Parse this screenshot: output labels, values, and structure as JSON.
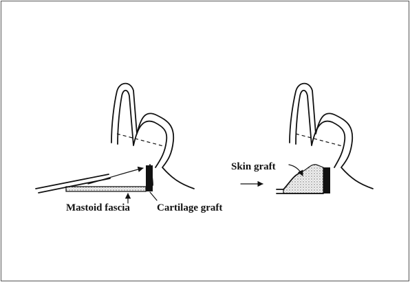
{
  "labels": {
    "mastoid_fascia": "Mastoid fascia",
    "cartilage_graft": "Cartilage graft",
    "skin_graft": "Skin graft"
  },
  "colors": {
    "ink": "#111111",
    "background": "#ffffff",
    "border": "#555555",
    "graft_fill": "#dcdcdc"
  }
}
